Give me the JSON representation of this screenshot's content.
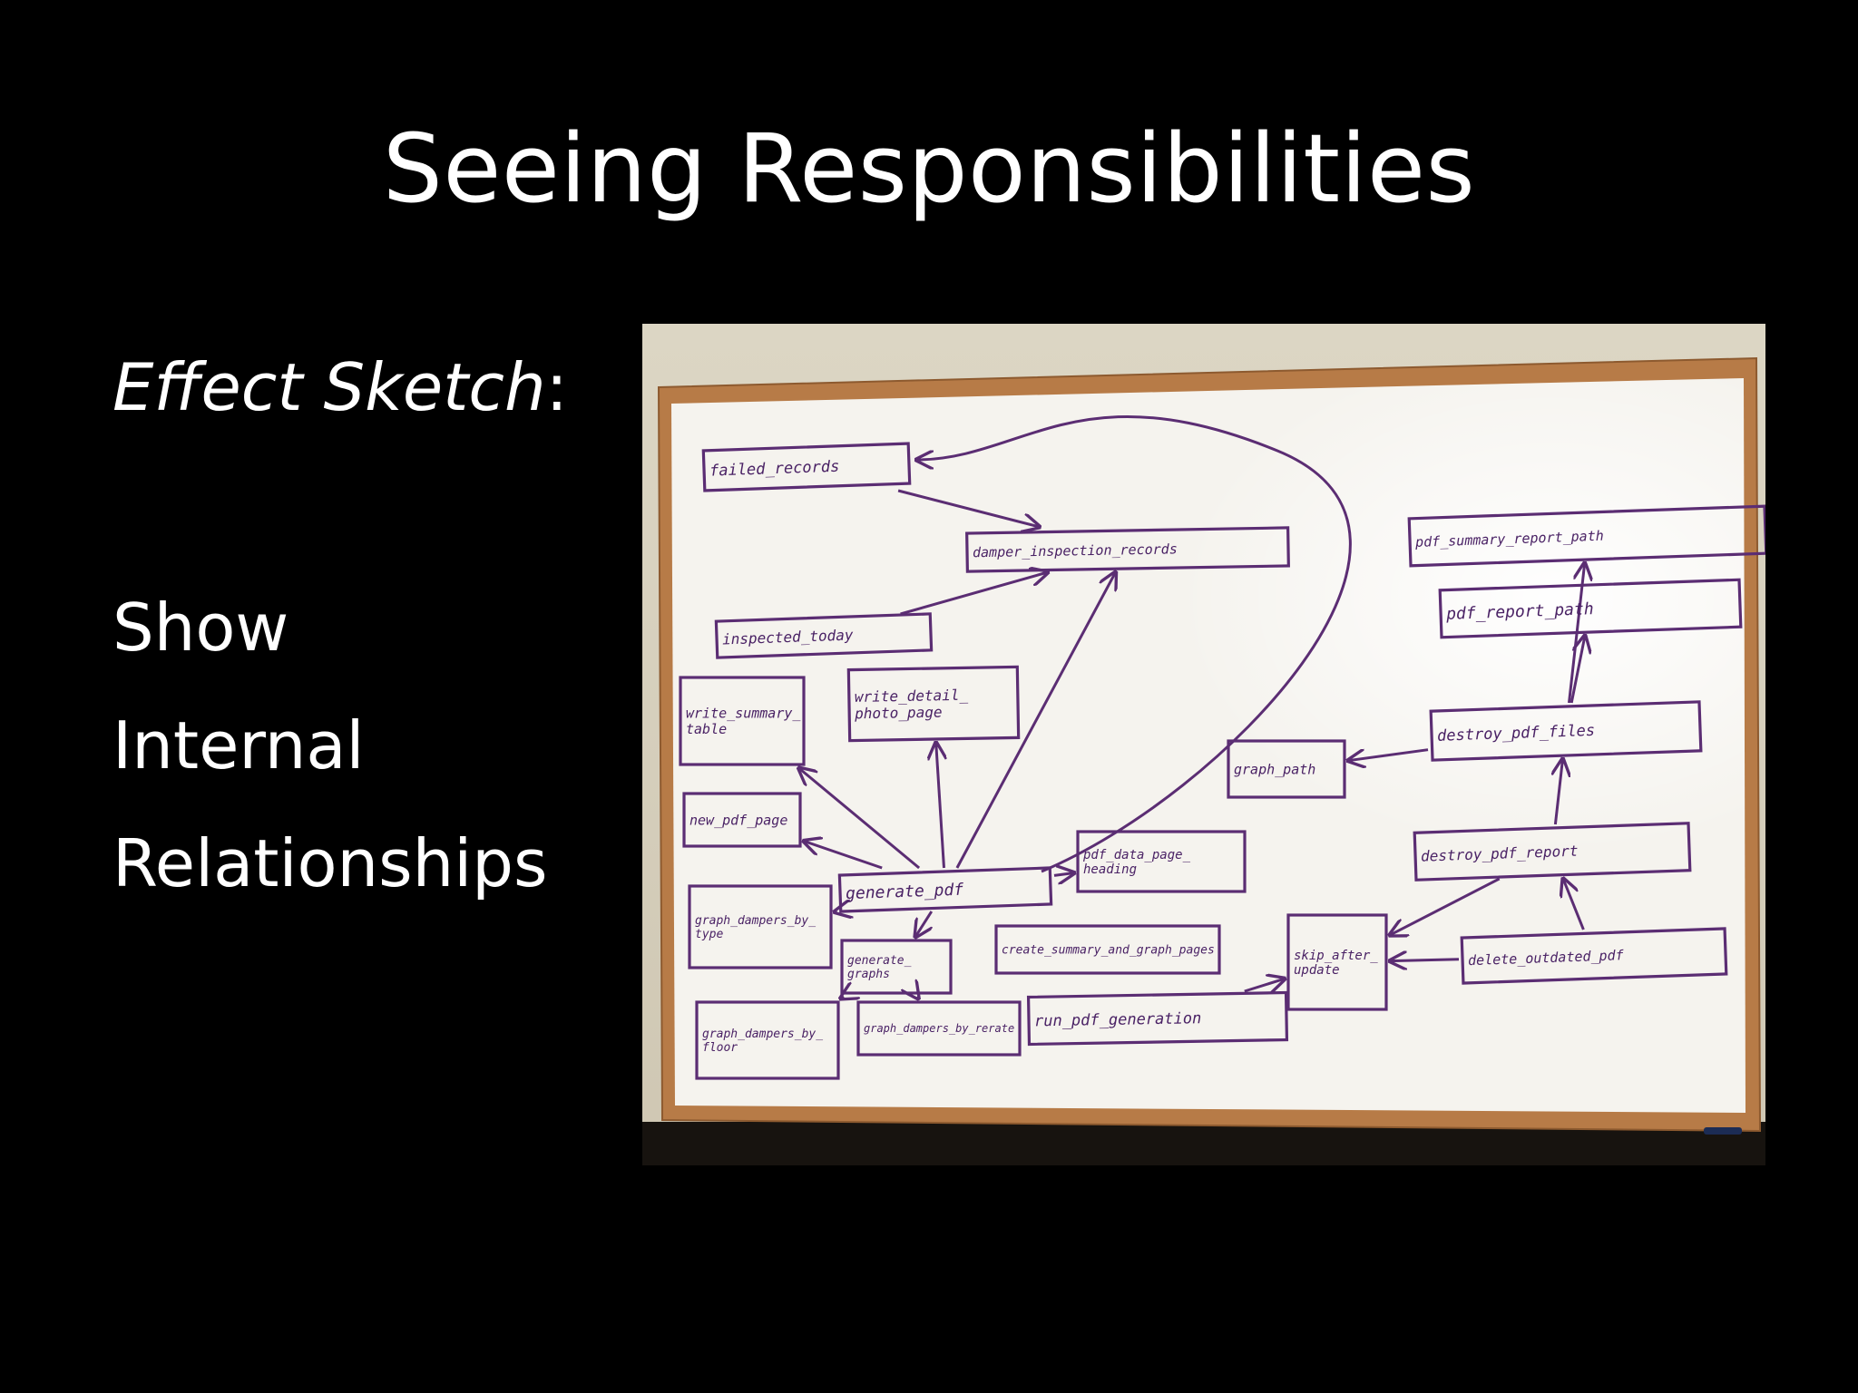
{
  "slide": {
    "title": "Seeing Responsibilities",
    "effect_sketch_label": "Effect Sketch",
    "effect_sketch_colon": ":",
    "lines": [
      "Show",
      "Internal",
      "Relationships"
    ]
  },
  "whiteboard": {
    "nodes": [
      {
        "id": "failed_records",
        "label": "failed_records"
      },
      {
        "id": "damper_inspection_records",
        "label": "damper_inspection_records"
      },
      {
        "id": "inspected_today",
        "label": "inspected_today"
      },
      {
        "id": "write_summary_table",
        "label": "write_summary_table"
      },
      {
        "id": "write_detail_photo_page",
        "label": "write_detail_photo_page"
      },
      {
        "id": "new_pdf_page",
        "label": "new_pdf_page"
      },
      {
        "id": "generate_pdf",
        "label": "generate_pdf"
      },
      {
        "id": "pdf_data_page_heading",
        "label": "pdf_data_page_heading"
      },
      {
        "id": "graph_dampers_by_type",
        "label": "graph_dampers_by_type"
      },
      {
        "id": "generate_graphs",
        "label": "generate_graphs"
      },
      {
        "id": "create_summary_and_graph_pages",
        "label": "create_summary_and_graph_pages"
      },
      {
        "id": "graph_dampers_by_floor",
        "label": "graph_dampers_by_floor"
      },
      {
        "id": "graph_dampers_by_rerate",
        "label": "graph_dampers_by_rerate"
      },
      {
        "id": "run_pdf_generation",
        "label": "run_pdf_generation"
      },
      {
        "id": "graph_path",
        "label": "graph_path"
      },
      {
        "id": "pdf_summary_report_path",
        "label": "pdf_summary_report_path"
      },
      {
        "id": "pdf_report_path",
        "label": "pdf_report_path"
      },
      {
        "id": "destroy_pdf_files",
        "label": "destroy_pdf_files"
      },
      {
        "id": "destroy_pdf_report",
        "label": "destroy_pdf_report"
      },
      {
        "id": "skip_after_update",
        "label": "skip_after_update"
      },
      {
        "id": "delete_outdated_pdf",
        "label": "delete_outdated_pdf"
      }
    ],
    "edges": [
      {
        "from": "failed_records",
        "to": "damper_inspection_records"
      },
      {
        "from": "inspected_today",
        "to": "damper_inspection_records"
      },
      {
        "from": "generate_pdf",
        "to": "damper_inspection_records"
      },
      {
        "from": "generate_pdf",
        "to": "failed_records"
      },
      {
        "from": "generate_pdf",
        "to": "write_summary_table"
      },
      {
        "from": "generate_pdf",
        "to": "write_detail_photo_page"
      },
      {
        "from": "generate_pdf",
        "to": "new_pdf_page"
      },
      {
        "from": "generate_pdf",
        "to": "pdf_data_page_heading"
      },
      {
        "from": "generate_pdf",
        "to": "generate_graphs"
      },
      {
        "from": "generate_pdf",
        "to": "graph_dampers_by_type"
      },
      {
        "from": "generate_graphs",
        "to": "graph_dampers_by_floor"
      },
      {
        "from": "generate_graphs",
        "to": "graph_dampers_by_rerate"
      },
      {
        "from": "run_pdf_generation",
        "to": "skip_after_update"
      },
      {
        "from": "delete_outdated_pdf",
        "to": "skip_after_update"
      },
      {
        "from": "delete_outdated_pdf",
        "to": "destroy_pdf_report"
      },
      {
        "from": "destroy_pdf_report",
        "to": "skip_after_update"
      },
      {
        "from": "destroy_pdf_report",
        "to": "destroy_pdf_files"
      },
      {
        "from": "destroy_pdf_files",
        "to": "graph_path"
      },
      {
        "from": "destroy_pdf_files",
        "to": "pdf_report_path"
      },
      {
        "from": "destroy_pdf_files",
        "to": "pdf_summary_report_path"
      }
    ]
  }
}
